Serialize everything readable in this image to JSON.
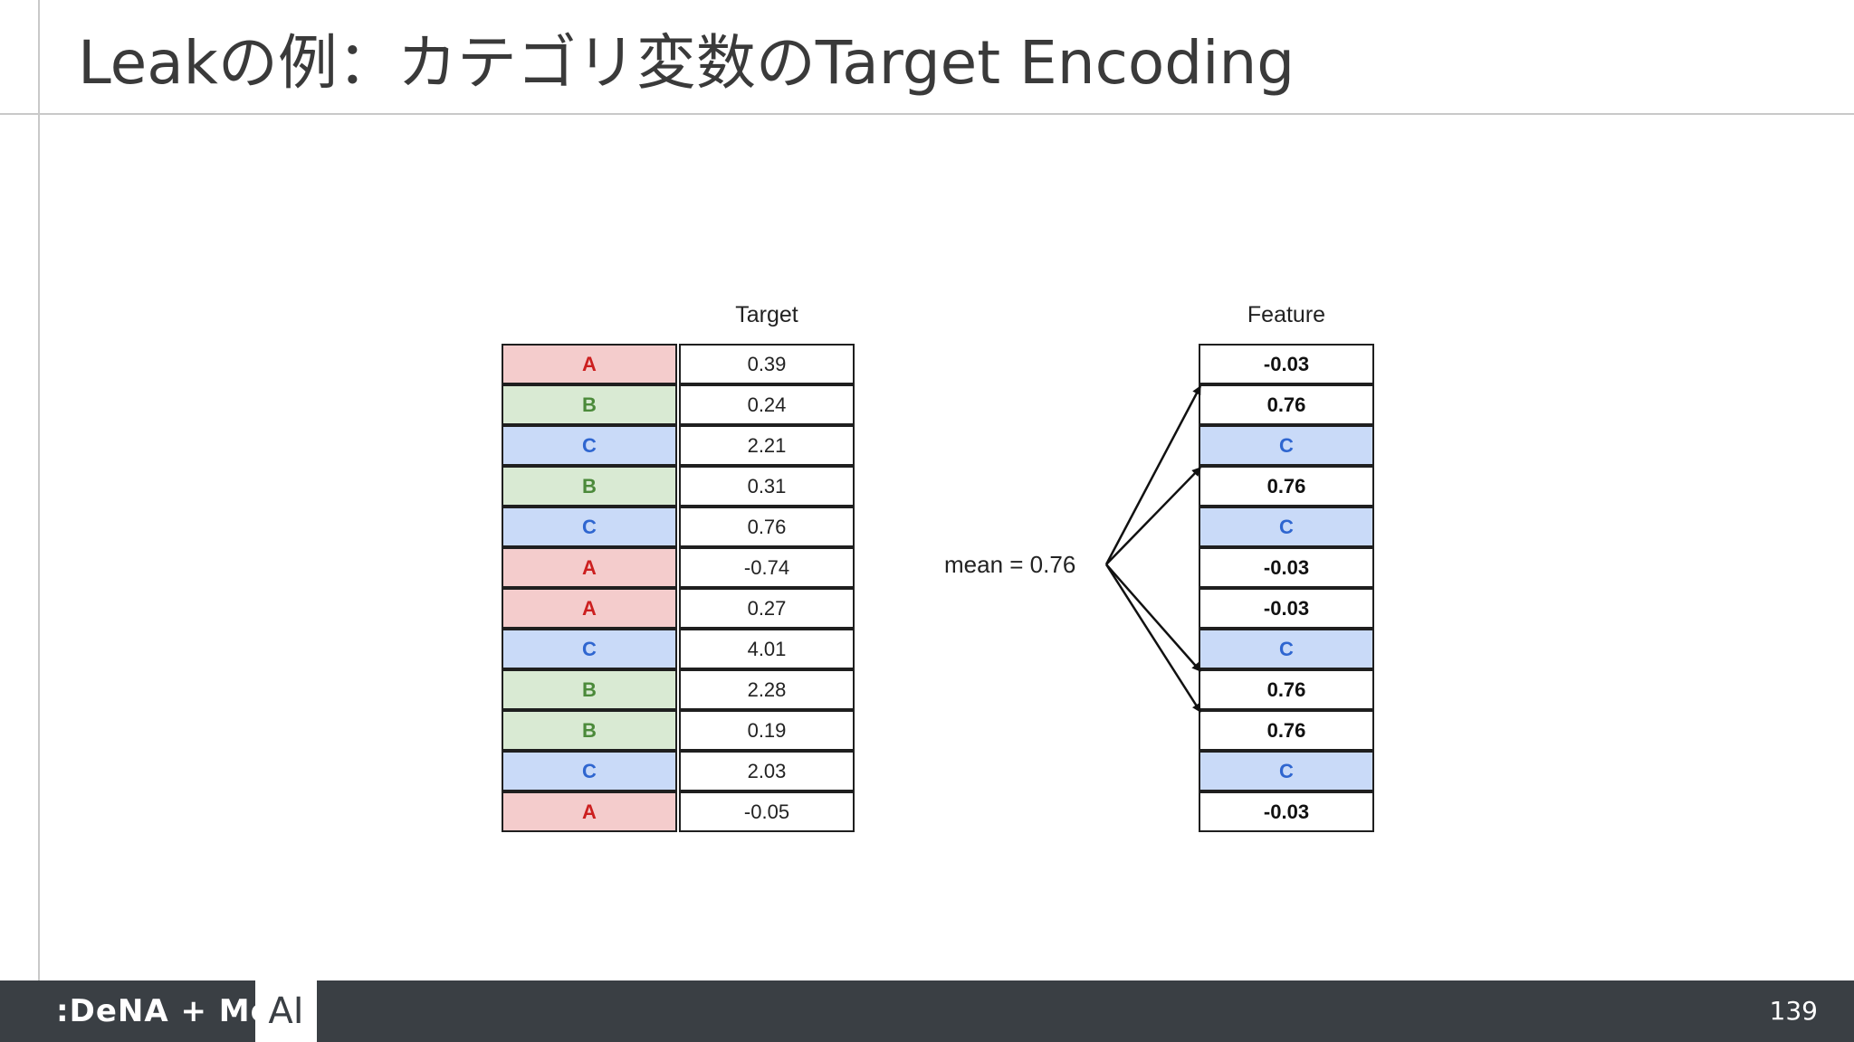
{
  "slide": {
    "title": "Leakの例：カテゴリ変数のTarget Encoding",
    "page_number": "139"
  },
  "diagram": {
    "target_header": "Target",
    "feature_header": "Feature",
    "mean_label": "mean = 0.76",
    "rows": [
      {
        "category": "A",
        "target": "0.39",
        "feature": "-0.03"
      },
      {
        "category": "B",
        "target": "0.24",
        "feature": "0.76"
      },
      {
        "category": "C",
        "target": "2.21",
        "feature": "C"
      },
      {
        "category": "B",
        "target": "0.31",
        "feature": "0.76"
      },
      {
        "category": "C",
        "target": "0.76",
        "feature": "C"
      },
      {
        "category": "A",
        "target": "-0.74",
        "feature": "-0.03"
      },
      {
        "category": "A",
        "target": "0.27",
        "feature": "-0.03"
      },
      {
        "category": "C",
        "target": "4.01",
        "feature": "C"
      },
      {
        "category": "B",
        "target": "2.28",
        "feature": "0.76"
      },
      {
        "category": "B",
        "target": "0.19",
        "feature": "0.76"
      },
      {
        "category": "C",
        "target": "2.03",
        "feature": "C"
      },
      {
        "category": "A",
        "target": "-0.05",
        "feature": "-0.03"
      }
    ],
    "colors": {
      "A_fill": "#f4cccc",
      "A_text": "#cc1f1f",
      "B_fill": "#d9ead3",
      "B_text": "#4b8a3a",
      "C_fill": "#c9daf8",
      "C_text": "#2f66d0"
    }
  },
  "footer": {
    "brand": ":DeNA + MoT",
    "ai_label": "AI",
    "background": "#3a3f44"
  }
}
